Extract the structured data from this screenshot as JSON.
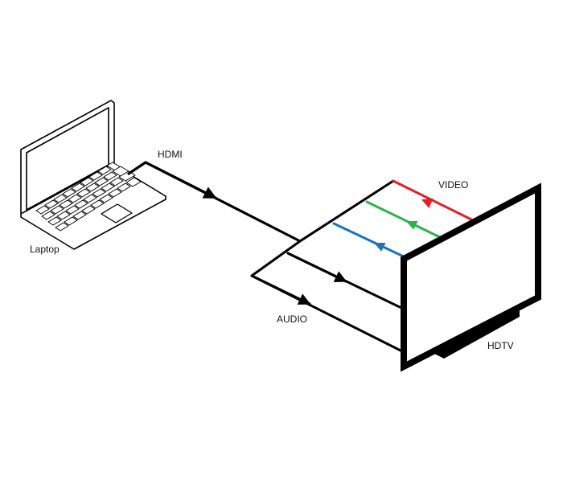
{
  "labels": {
    "laptop": "Laptop",
    "hdmi": "HDMI",
    "video": "VIDEO",
    "audio": "AUDIO",
    "hdtv": "HDTV"
  },
  "colors": {
    "line": "#000000",
    "video_red": "#e32028",
    "video_green": "#2db34a",
    "video_blue": "#1b75bb"
  },
  "icons": {
    "source": "laptop-icon",
    "display": "hdtv-icon"
  }
}
